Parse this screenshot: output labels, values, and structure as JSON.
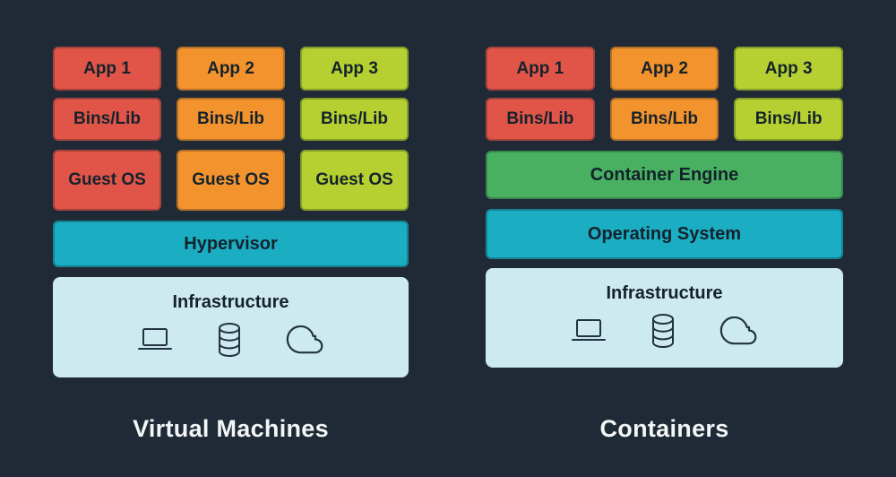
{
  "palette": {
    "bg": "#1f2a36",
    "red": "#e05548",
    "orange": "#f3932d",
    "chartreuse": "#b5d030",
    "green": "#49b061",
    "teal": "#1badc2",
    "lightblue": "#cdeaf0",
    "ink": "#14222c",
    "titleText": "#f3f6f7"
  },
  "left": {
    "title": "Virtual Machines",
    "app_row": {
      "cells": [
        {
          "label": "App 1"
        },
        {
          "label": "App 2"
        },
        {
          "label": "App 3"
        }
      ]
    },
    "bins_row": {
      "cells": [
        {
          "label": "Bins/Lib"
        },
        {
          "label": "Bins/Lib"
        },
        {
          "label": "Bins/Lib"
        }
      ]
    },
    "guest_row": {
      "cells": [
        {
          "label": "Guest OS"
        },
        {
          "label": "Guest OS"
        },
        {
          "label": "Guest OS"
        }
      ]
    },
    "hypervisor": {
      "label": "Hypervisor"
    },
    "infrastructure": {
      "label": "Infrastructure",
      "icons": [
        "laptop-icon",
        "database-icon",
        "cloud-icon"
      ]
    }
  },
  "right": {
    "title": "Containers",
    "app_row": {
      "cells": [
        {
          "label": "App 1"
        },
        {
          "label": "App 2"
        },
        {
          "label": "App 3"
        }
      ]
    },
    "bins_row": {
      "cells": [
        {
          "label": "Bins/Lib"
        },
        {
          "label": "Bins/Lib"
        },
        {
          "label": "Bins/Lib"
        }
      ]
    },
    "container_engine": {
      "label": "Container Engine"
    },
    "operating_system": {
      "label": "Operating System"
    },
    "infrastructure": {
      "label": "Infrastructure",
      "icons": [
        "laptop-icon",
        "database-icon",
        "cloud-icon"
      ]
    }
  }
}
